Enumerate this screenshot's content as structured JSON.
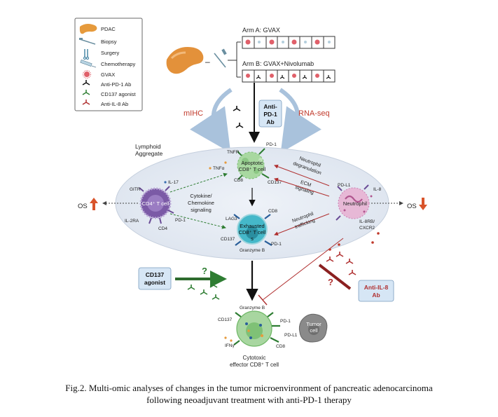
{
  "legend": {
    "items": [
      {
        "label": "PDAC",
        "icon": "pancreas-icon"
      },
      {
        "label": "Biopsy",
        "icon": "biopsy-needle-icon"
      },
      {
        "label": "Surgery",
        "icon": "surgery-tools-icon"
      },
      {
        "label": "Chemotherapy",
        "icon": "syringe-icon"
      },
      {
        "label": "GVAX",
        "icon": "gvax-cell-icon"
      },
      {
        "label": "Anti-PD-1 Ab",
        "icon": "antibody-black-icon"
      },
      {
        "label": "CD137 agonist",
        "icon": "antibody-green-icon"
      },
      {
        "label": "Anti-IL-8 Ab",
        "icon": "antibody-red-icon"
      }
    ]
  },
  "arms": {
    "a_label": "Arm A: GVAX",
    "b_label": "Arm B: GVAX+Nivolumab",
    "dash": "–"
  },
  "methods": {
    "mihc": "mIHC",
    "rnaseq": "RNA-seq",
    "antipd1_line1": "Anti-",
    "antipd1_line2": "PD-1",
    "antipd1_line3": "Ab"
  },
  "aggregate": {
    "line1": "Lymphoid",
    "line2": "Aggregate"
  },
  "cd4": {
    "cell": "CD4⁺ T cell",
    "gitr": "GITR",
    "il17": "IL-17",
    "il2ra": "IL-2RA",
    "cd4": "CD4",
    "pd1": "PD-1"
  },
  "signaling": {
    "line1": "Cytokine/",
    "line2": "Chemokine",
    "line3": "signaling"
  },
  "apoptotic": {
    "line1": "Apoptotic",
    "line2": "CD8⁺ T cell",
    "tnfr": "TNFR",
    "tnfa": "TNFα",
    "pd1": "PD-1",
    "cd8": "CD8",
    "cd137": "CD137"
  },
  "exhausted": {
    "line1": "Exhausted",
    "line2": "CD8⁺ T cell",
    "line3": "s",
    "lag3": "LAG3",
    "cd8": "CD8",
    "cd137": "CD137",
    "pd1": "PD-1",
    "granzyme": "Granzyme B"
  },
  "neutrophil": {
    "cell": "Neutrophil",
    "pdl1": "PD-L1",
    "il8": "IL-8",
    "receptor_line1": "IL-8RB/",
    "receptor_line2": "CXCR2"
  },
  "processes": {
    "degranulation_line1": "Neutrophil",
    "degranulation_line2": "degranulation",
    "ecm_line1": "ECM",
    "ecm_line2": "signaling",
    "trafficking_line1": "Neutrophil",
    "trafficking_line2": "trafficking"
  },
  "os": {
    "left": "OS",
    "right": "OS"
  },
  "cd137agonist": {
    "line1": "CD137",
    "line2": "agonist",
    "question": "?"
  },
  "antiil8": {
    "line1": "Anti-IL-8",
    "line2": "Ab",
    "question": "?"
  },
  "cytotoxic": {
    "granzyme": "Granzyme B",
    "cd137": "CD137",
    "pd1": "PD-1",
    "pdl1": "PD-L1",
    "ifng": "IFNγ",
    "cd8": "CD8",
    "tumor_line1": "Tumor",
    "tumor_line2": "cell",
    "label_line1": "Cytotoxic",
    "label_line2": "effector CD8⁺ T cell"
  },
  "caption": {
    "line1": "Fig.2. Multi-omic analyses of changes in the tumor microenvironment of pancreatic adenocarcinoma",
    "line2": "following neoadjuvant treatment with anti-PD-1 therapy"
  },
  "colors": {
    "red": "#c0392b",
    "green": "#2e7d32",
    "blue_box": "#d6e6f5",
    "aggregate_fill": "#e6ecf5",
    "cd4_fill": "#7b5aa6",
    "exhausted_fill": "#45b8c9",
    "apoptotic_fill": "#a8d8a0",
    "neutrophil_fill": "#e7b8d6",
    "tumor_fill": "#8a8a8a"
  }
}
